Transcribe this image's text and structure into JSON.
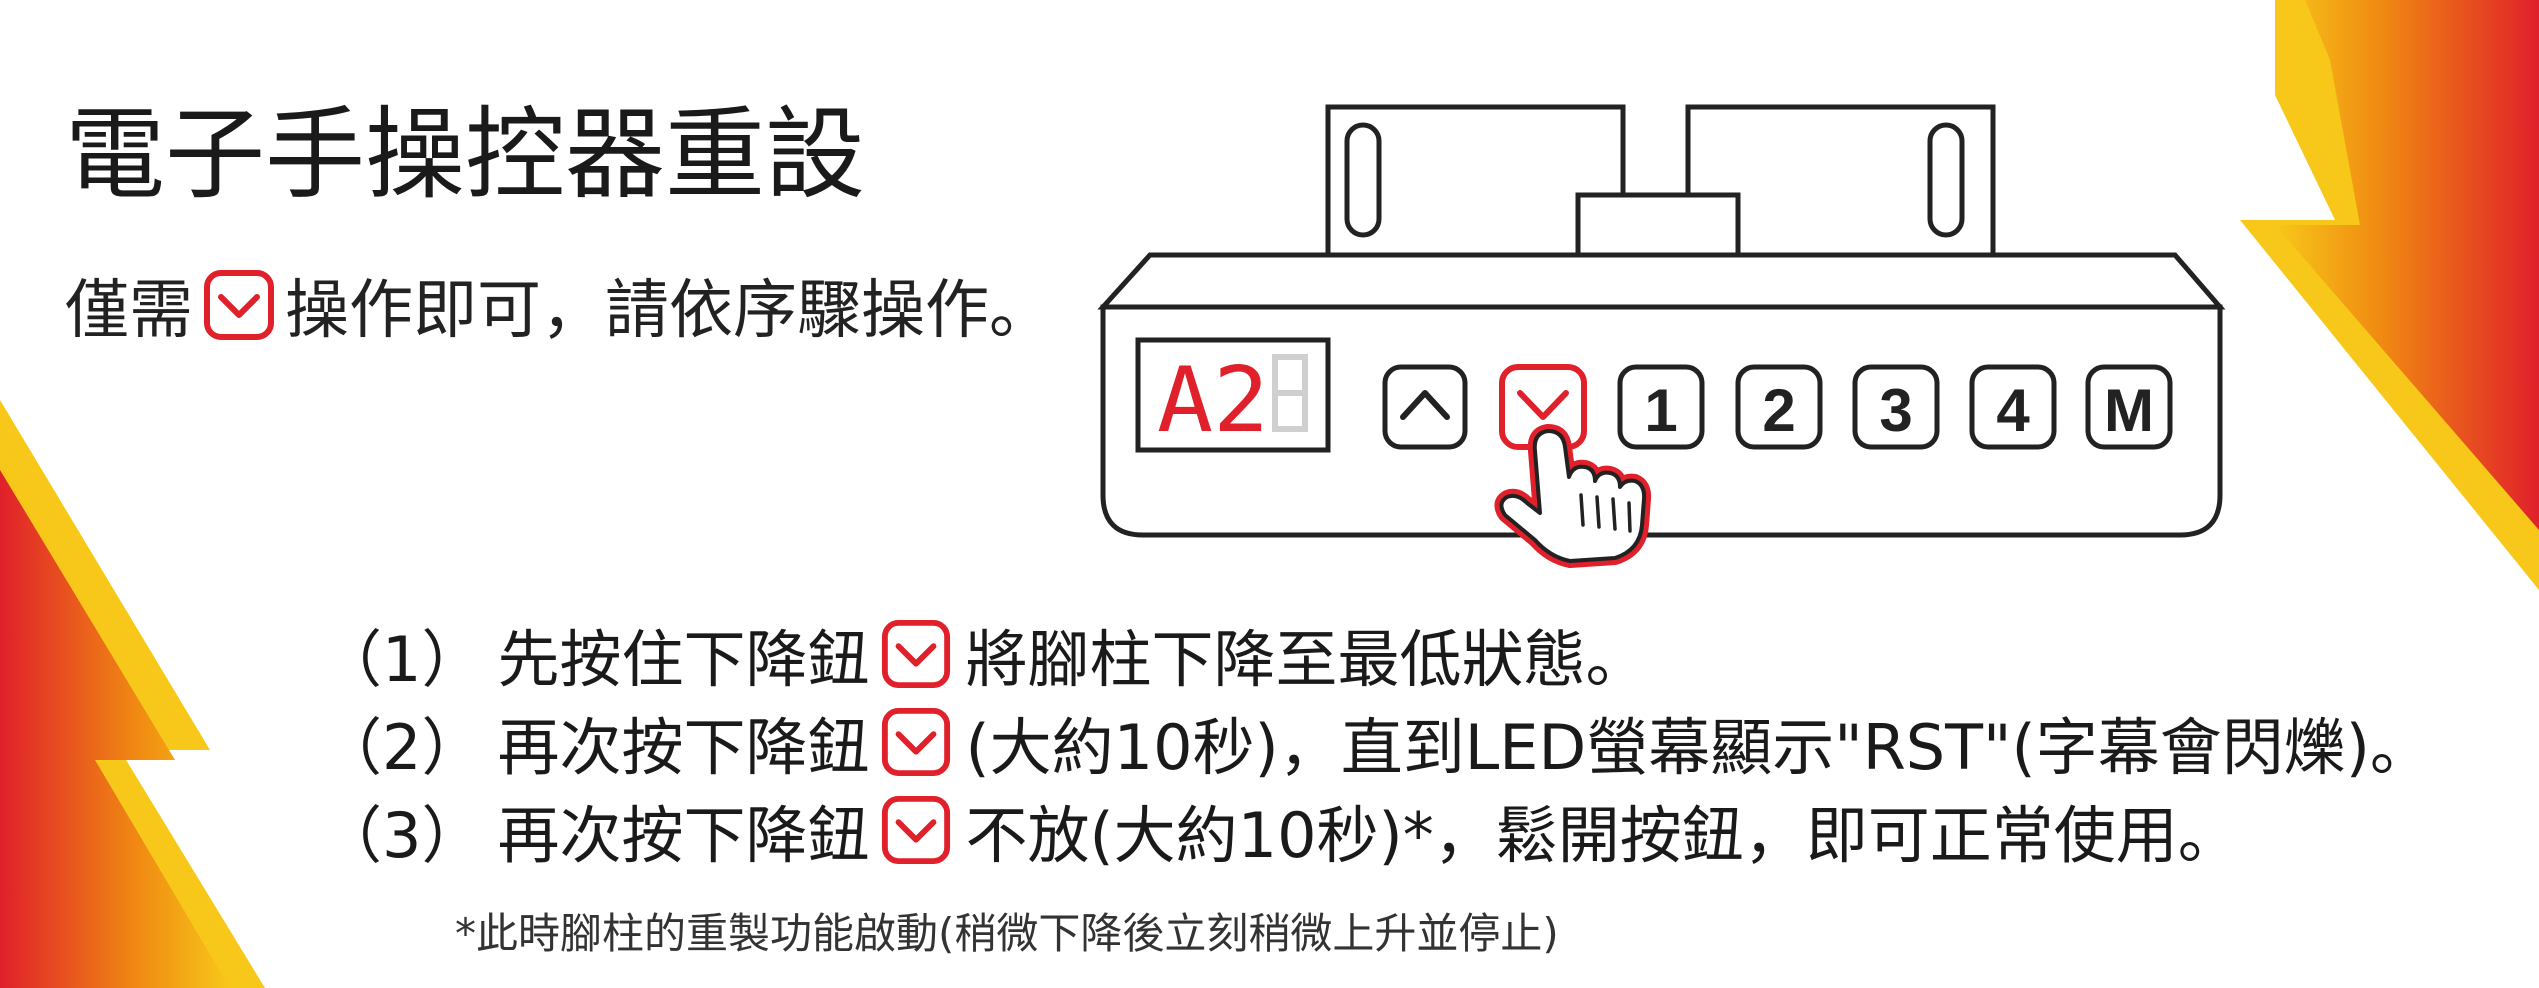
{
  "title": "電子手操控器重設",
  "subtitle": {
    "before": "僅需",
    "after": "操作即可，請依序驟操作。",
    "icon": "down-arrow-button-icon"
  },
  "steps": [
    {
      "num": "（1）",
      "before": "先按住下降鈕",
      "after": "將腳柱下降至最低狀態。"
    },
    {
      "num": "（2）",
      "before": "再次按下降鈕",
      "after": "(大約10秒)，直到LED螢幕顯示\"RST\"(字幕會閃爍)。"
    },
    {
      "num": "（3）",
      "before": "再次按下降鈕",
      "after": "不放(大約10秒)*，鬆開按鈕，即可正常使用。"
    }
  ],
  "note": "*此時腳柱的重製功能啟動(稍微下降後立刻稍微上升並停止)",
  "device": {
    "display_text": "A2",
    "buttons": [
      "1",
      "2",
      "3",
      "4",
      "M"
    ],
    "icons": [
      "up-arrow-button-icon",
      "down-arrow-button-icon",
      "pointing-hand-icon"
    ]
  },
  "colors": {
    "accent_red": "#e0202a",
    "orange": "#f08a12",
    "yellow": "#f7c81a",
    "outline": "#222222"
  }
}
